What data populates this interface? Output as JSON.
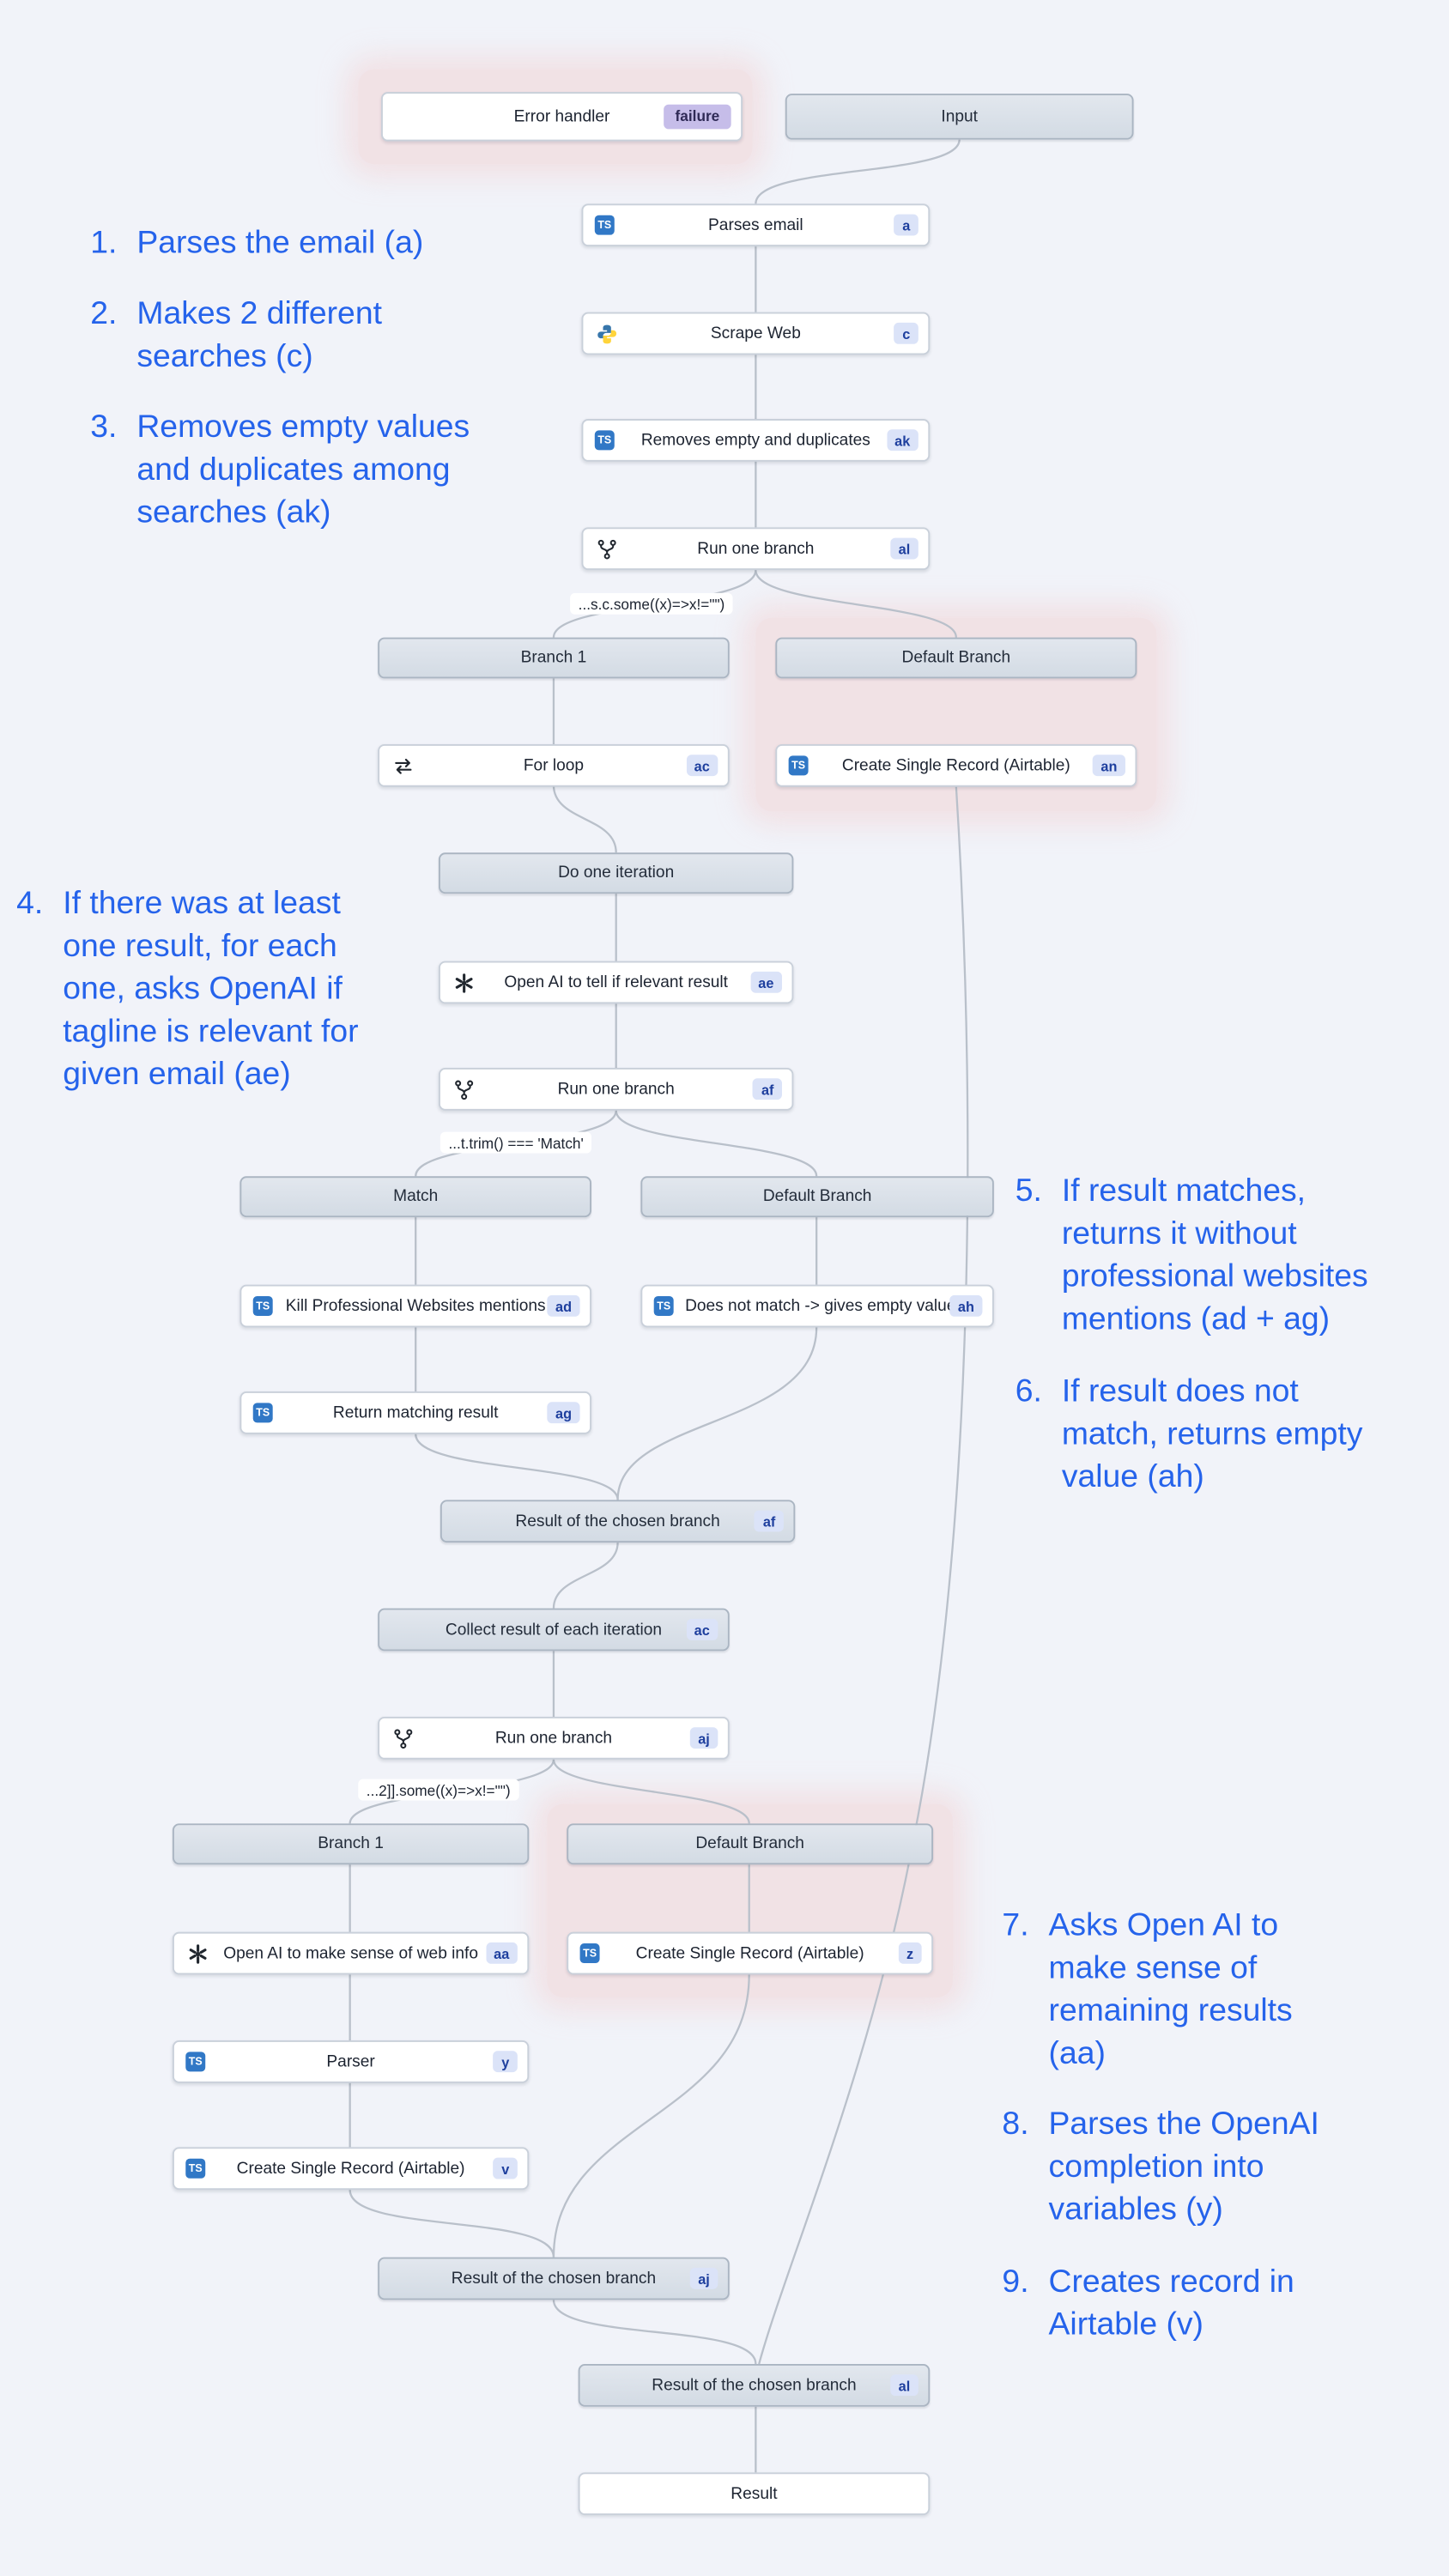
{
  "colors": {
    "canvas": "#f1f3f9",
    "annotation": "#2563eb",
    "badge_bg": "#dbe3f8",
    "badge_text": "#1e3f9e",
    "failure_bg": "#c6bde9",
    "highlight": "#f3c9c9",
    "connector": "#b9c0ca",
    "ts_icon": "#3178c6"
  },
  "icons": {
    "ts": "TS"
  },
  "nodes": {
    "error_handler": {
      "label": "Error handler",
      "badge": "failure"
    },
    "input": {
      "label": "Input"
    },
    "parses_email": {
      "label": "Parses email",
      "badge": "a"
    },
    "scrape_web": {
      "label": "Scrape Web",
      "badge": "c"
    },
    "removes_empty": {
      "label": "Removes empty and duplicates",
      "badge": "ak"
    },
    "run_branch_al": {
      "label": "Run one branch",
      "badge": "al"
    },
    "branch1": {
      "label": "Branch 1"
    },
    "default_branch1": {
      "label": "Default Branch"
    },
    "for_loop": {
      "label": "For loop",
      "badge": "ac"
    },
    "create_record_an": {
      "label": "Create Single Record (Airtable)",
      "badge": "an"
    },
    "do_one_iteration": {
      "label": "Do one iteration"
    },
    "openai_relevant": {
      "label": "Open AI to tell if relevant result",
      "badge": "ae"
    },
    "run_branch_af": {
      "label": "Run one branch",
      "badge": "af"
    },
    "match": {
      "label": "Match"
    },
    "default_branch2": {
      "label": "Default Branch"
    },
    "kill_mentions": {
      "label": "Kill Professional Websites mentions",
      "badge": "ad"
    },
    "no_match_empty": {
      "label": "Does not match -> gives empty value",
      "badge": "ah"
    },
    "return_matching": {
      "label": "Return matching result",
      "badge": "ag"
    },
    "result_af": {
      "label": "Result of the chosen branch",
      "badge": "af"
    },
    "collect_results": {
      "label": "Collect result of each iteration",
      "badge": "ac"
    },
    "run_branch_aj": {
      "label": "Run one branch",
      "badge": "aj"
    },
    "branch1b": {
      "label": "Branch 1"
    },
    "default_branch3": {
      "label": "Default Branch"
    },
    "openai_websense": {
      "label": "Open AI to make sense of web info",
      "badge": "aa"
    },
    "create_record_z": {
      "label": "Create Single Record (Airtable)",
      "badge": "z"
    },
    "parser": {
      "label": "Parser",
      "badge": "y"
    },
    "create_record_v": {
      "label": "Create Single Record (Airtable)",
      "badge": "v"
    },
    "result_aj": {
      "label": "Result of the chosen branch",
      "badge": "aj"
    },
    "result_al": {
      "label": "Result of the chosen branch",
      "badge": "al"
    },
    "result": {
      "label": "Result"
    }
  },
  "conditions": {
    "c1": "...s.c.some((x)=>x!=\"\")",
    "c2": "...t.trim() === 'Match'",
    "c3": "...2]].some((x)=>x!=\"\")"
  },
  "annotations": [
    {
      "num": "1.",
      "text": "Parses the email (a)"
    },
    {
      "num": "2.",
      "text": "Makes 2 different searches (c)"
    },
    {
      "num": "3.",
      "text": "Removes empty values and duplicates among searches (ak)"
    },
    {
      "num": "4.",
      "text": "If there was at least one result, for each one, asks OpenAI if tagline is relevant for given email (ae)"
    },
    {
      "num": "5.",
      "text": "If result matches, returns it without professional websites mentions (ad + ag)"
    },
    {
      "num": "6.",
      "text": "If result does not match, returns empty value (ah)"
    },
    {
      "num": "7.",
      "text": "Asks Open AI to make sense of remaining results (aa)"
    },
    {
      "num": "8.",
      "text": "Parses the OpenAI completion into variables (y)"
    },
    {
      "num": "9.",
      "text": "Creates record in Airtable (v)"
    }
  ]
}
